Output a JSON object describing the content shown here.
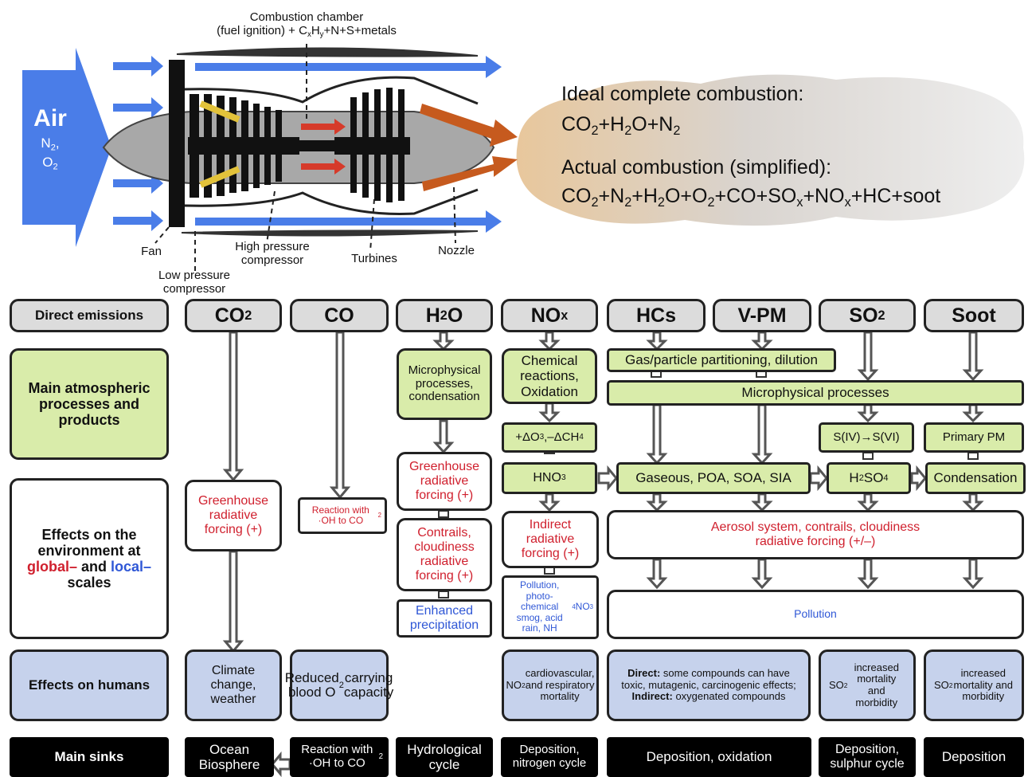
{
  "engine": {
    "air_label": "Air",
    "air_gases": [
      "N2,",
      "O2"
    ],
    "combustion_chamber": {
      "line1": "Combustion chamber",
      "line2": "(fuel ignition) + CxHy+N+S+metals"
    },
    "parts": {
      "fan": "Fan",
      "low_pressure_compressor": "Low pressure compressor",
      "high_pressure_compressor": "High pressure compressor",
      "turbines": "Turbines",
      "nozzle": "Nozzle"
    }
  },
  "combustion": {
    "ideal_title": "Ideal complete combustion:",
    "ideal_formula": "CO2+H2O+N2",
    "actual_title": "Actual combustion (simplified):",
    "actual_formula": "CO2+N2+H2O+O2+CO+SOx+NOx+HC+soot"
  },
  "rows": {
    "direct_emissions": "Direct emissions",
    "atmospheric": "Main atmospheric processes and products",
    "effects_environment": [
      "Effects on the environment at",
      "global–",
      "and",
      "local–",
      "scales"
    ],
    "effects_humans": "Effects on humans",
    "main_sinks": "Main sinks"
  },
  "emissions": [
    "CO2",
    "CO",
    "H2O",
    "NOx",
    "HCs",
    "V-PM",
    "SO2",
    "Soot"
  ],
  "processes": {
    "h2o_micro": "Microphysical processes, condensation",
    "nox_chem": "Chemical reactions, Oxidation",
    "gas_particle": "Gas/particle partitioning, dilution",
    "microphysical": "Microphysical processes",
    "nox_delta": "+ΔO3,–ΔCH4",
    "s_iv_vi": "S(IV)→S(VI)",
    "primary_pm": "Primary PM",
    "hno3": "HNO3",
    "gaseous": "Gaseous, POA, SOA, SIA",
    "h2so4": "H2SO4",
    "condensation": "Condensation"
  },
  "effects": {
    "co2_greenhouse": "Greenhouse radiative forcing (+)",
    "co_reaction": "Reaction with ·OH to CO2",
    "h2o_greenhouse": "Greenhouse radiative forcing (+)",
    "h2o_contrails": "Contrails, cloudiness radiative forcing (+)",
    "h2o_precip": "Enhanced precipitation",
    "nox_indirect": "Indirect radiative forcing (+)",
    "nox_pollution": "Pollution, photo-chemical smog, acid rain, NH4NO3",
    "aerosol": "Aerosol system, contrails, cloudiness radiative forcing (+/–)",
    "pollution": "Pollution"
  },
  "humans": {
    "co2": "Climate change, weather",
    "co": "Reduced blood O2 carrying capacity",
    "nox": "NO2 cardiovascular, and respiratory mortality",
    "hcs_direct": "Direct:",
    "hcs_text1": "some compounds can have toxic, mutagenic, carcinogenic effects;",
    "hcs_indirect": "Indirect:",
    "hcs_text2": "oxygenated compounds",
    "so2": "SO2 increased mortality and morbidity",
    "soot": "SO2 increased mortality and morbidity"
  },
  "sinks": {
    "co2": "Ocean Biosphere",
    "co": "Reaction with ·OH to CO2",
    "h2o": "Hydrological cycle",
    "nox": "Deposition, nitrogen cycle",
    "hcs": "Deposition, oxidation",
    "so2": "Deposition, sulphur cycle",
    "soot": "Deposition"
  },
  "colors": {
    "green": "#d9ecaa",
    "blue_box": "#c6d2ec",
    "gray": "#dcdcdc",
    "red_text": "#d0202e",
    "blue_text": "#2f57d6",
    "air_arrow": "#4a7de8",
    "exhaust": "#c65a1e"
  }
}
